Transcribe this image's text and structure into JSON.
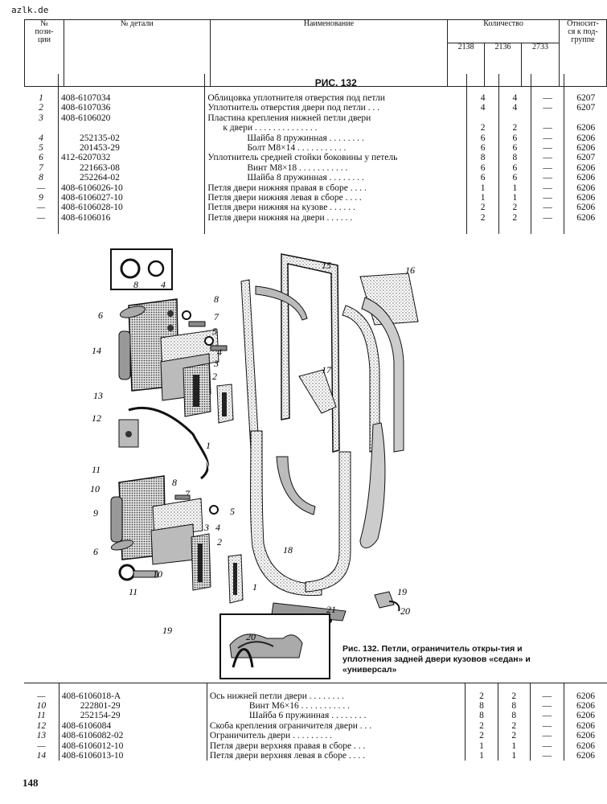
{
  "site": "azlk.de",
  "page_number": "148",
  "header": {
    "pos": [
      "№",
      "пози-",
      "ции"
    ],
    "part": "№ детали",
    "name": "Наименование",
    "qty": "Количество",
    "models": [
      "2138",
      "2136",
      "2733"
    ],
    "group": [
      "Относит-",
      "ся к под-",
      "группе"
    ]
  },
  "figure_title": "РИС. 132",
  "rows_top": [
    {
      "pos": "1",
      "part": "408-6107034",
      "name": "Облицовка уплотнителя отверстия под петли",
      "q1": "4",
      "q2": "4",
      "q3": "—",
      "grp": "6207"
    },
    {
      "pos": "2",
      "part": "408-6107036",
      "name": "Уплотнитель отверстия двери под петли . . .",
      "q1": "4",
      "q2": "4",
      "q3": "—",
      "grp": "6207"
    },
    {
      "pos": "3",
      "part": "408-6106020",
      "name": "Пластина крепления нижней петли двери",
      "q1": "",
      "q2": "",
      "q3": "",
      "grp": ""
    },
    {
      "pos": "",
      "part": "",
      "name": "к двери . . . . . . . . . . . . . .",
      "q1": "2",
      "q2": "2",
      "q3": "—",
      "grp": "6206"
    },
    {
      "pos": "4",
      "part": "252135-02",
      "name": "Шайба 8 пружинная . . . . . . . .",
      "q1": "6",
      "q2": "6",
      "q3": "—",
      "grp": "6206"
    },
    {
      "pos": "5",
      "part": "201453-29",
      "name": "Болт М8×14 . . . . . . . . . . .",
      "q1": "6",
      "q2": "6",
      "q3": "—",
      "grp": "6206"
    },
    {
      "pos": "6",
      "part": "412-6207032",
      "name": "Уплотнитель средней стойки боковины у петель",
      "q1": "8",
      "q2": "8",
      "q3": "—",
      "grp": "6207"
    },
    {
      "pos": "7",
      "part": "221663-08",
      "name": "Винт М8×18 . . . . . . . . . . .",
      "q1": "6",
      "q2": "6",
      "q3": "—",
      "grp": "6206"
    },
    {
      "pos": "8",
      "part": "252264-02",
      "name": "Шайба 8 пружинная . . . . . . . .",
      "q1": "6",
      "q2": "6",
      "q3": "—",
      "grp": "6206"
    },
    {
      "pos": "—",
      "part": "408-6106026-10",
      "name": "Петля двери нижняя правая в сборе . . . .",
      "q1": "1",
      "q2": "1",
      "q3": "—",
      "grp": "6206"
    },
    {
      "pos": "9",
      "part": "408-6106027-10",
      "name": "Петля двери нижняя левая в сборе . . . .",
      "q1": "1",
      "q2": "1",
      "q3": "—",
      "grp": "6206"
    },
    {
      "pos": "—",
      "part": "408-6106028-10",
      "name": "Петля двери нижняя на кузове . . . . . .",
      "q1": "2",
      "q2": "2",
      "q3": "—",
      "grp": "6206"
    },
    {
      "pos": "—",
      "part": "408-6106016",
      "name": "Петля двери нижняя на двери . . . . . .",
      "q1": "2",
      "q2": "2",
      "q3": "—",
      "grp": "6206"
    }
  ],
  "rows_bottom": [
    {
      "pos": "—",
      "part": "408-6106018-А",
      "name": "Ось нижней петли двери . . . . . . . .",
      "q1": "2",
      "q2": "2",
      "q3": "—",
      "grp": "6206"
    },
    {
      "pos": "10",
      "part": "222801-29",
      "name": "Винт М6×16 . . . . . . . . . . .",
      "q1": "8",
      "q2": "8",
      "q3": "—",
      "grp": "6206"
    },
    {
      "pos": "11",
      "part": "252154-29",
      "name": "Шайба 6 пружинная . . . . . . . .",
      "q1": "8",
      "q2": "8",
      "q3": "—",
      "grp": "6206"
    },
    {
      "pos": "12",
      "part": "408-6106084",
      "name": "Скоба крепления ограничителя двери . . .",
      "q1": "2",
      "q2": "2",
      "q3": "—",
      "grp": "6206"
    },
    {
      "pos": "13",
      "part": "408-6106082-02",
      "name": "Ограничитель двери . . . . . . . . .",
      "q1": "2",
      "q2": "2",
      "q3": "—",
      "grp": "6206"
    },
    {
      "pos": "—",
      "part": "408-6106012-10",
      "name": "Петля двери верхняя правая в сборе . . .",
      "q1": "1",
      "q2": "1",
      "q3": "—",
      "grp": "6206"
    },
    {
      "pos": "14",
      "part": "408-6106013-10",
      "name": "Петля двери верхняя левая в сборе . . . .",
      "q1": "1",
      "q2": "1",
      "q3": "—",
      "grp": "6206"
    }
  ],
  "caption": "Рис. 132. Петли, ограничитель откры-тия и уплотнения задней двери кузовов «седан» и «универсал»",
  "figure_labels": [
    "1",
    "2",
    "3",
    "4",
    "5",
    "6",
    "7",
    "8",
    "9",
    "10",
    "11",
    "12",
    "13",
    "14",
    "15",
    "16",
    "17",
    "18",
    "19",
    "20",
    "21"
  ]
}
